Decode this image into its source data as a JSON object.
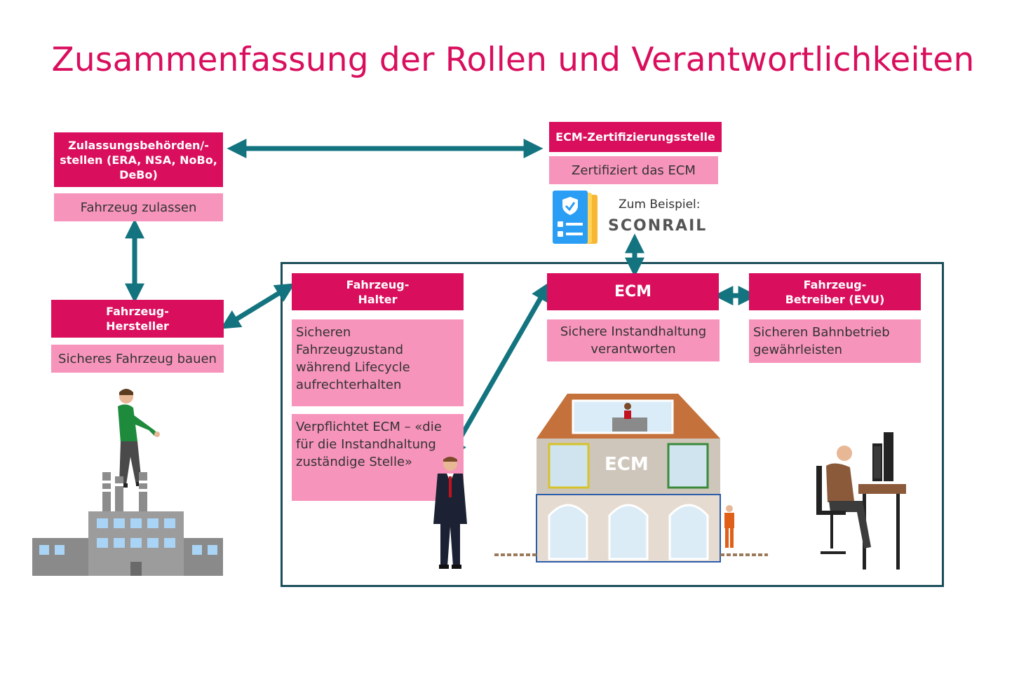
{
  "title": "Zusammenfassung der Rollen und Verantwortlichkeiten",
  "colors": {
    "accent": "#d90e5d",
    "desc_bg": "#f794bb",
    "arrow": "#137480",
    "frame": "#1b4e59"
  },
  "zulassung": {
    "header": "Zulassungsbehörden/-\nstellen (ERA, NSA, NoBo,\nDeBo)",
    "desc": "Fahrzeug zulassen"
  },
  "zertifizierung": {
    "header": "ECM-Zertifizierungsstelle",
    "desc": "Zertifiziert das ECM",
    "example_label": "Zum Beispiel:",
    "example_brand": "SCONRAIL"
  },
  "hersteller": {
    "header": "Fahrzeug-\nHersteller",
    "desc": "Sicheres Fahrzeug bauen"
  },
  "halter": {
    "header": "Fahrzeug-\nHalter",
    "desc1": "Sicheren Fahrzeugzustand während Lifecycle aufrechterhalten",
    "desc2": "Verpflichtet ECM – «die für die Instandhaltung zuständige Stelle»"
  },
  "ecm": {
    "header": "ECM",
    "desc": "Sichere Instandhaltung verantworten",
    "building_label": "ECM"
  },
  "betreiber": {
    "header": "Fahrzeug-\nBetreiber (EVU)",
    "desc": "Sicheren Bahnbetrieb gewährleisten"
  },
  "icons": [
    "certificate-icon",
    "manufacturer-person-icon",
    "factory-icon",
    "businessman-icon",
    "ecm-building-icon",
    "worker-icon",
    "operator-desk-icon"
  ]
}
